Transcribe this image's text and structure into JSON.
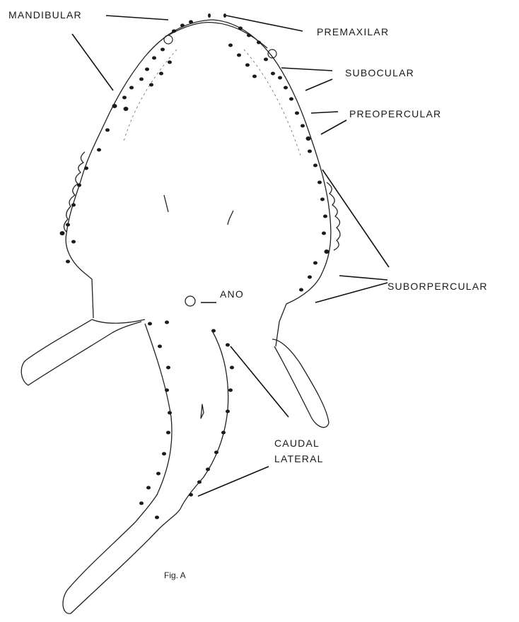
{
  "figure": {
    "caption": "Fig. A",
    "labels": {
      "mandibular": "MANDIBULAR",
      "premaxilar": "PREMAXILAR",
      "subocular": "SUBOCULAR",
      "preopercular": "PREOPERCULAR",
      "suborpercular": "SUBORPERCULAR",
      "ano": "ANO",
      "caudal_line1": "CAUDAL",
      "caudal_line2": "LATERAL"
    },
    "colors": {
      "ink": "#1a1a1a",
      "paper": "#ffffff"
    }
  }
}
